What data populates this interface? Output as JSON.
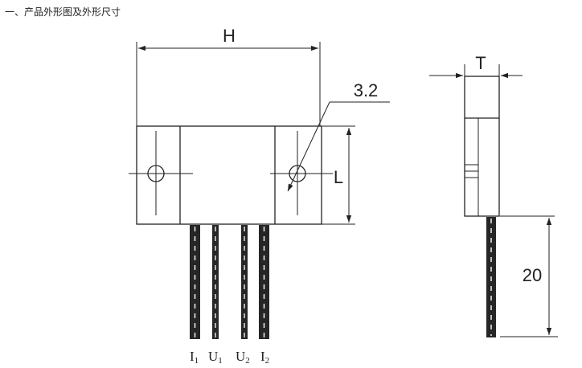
{
  "heading": "一、产品外形图及外形尺寸",
  "dimensions": {
    "width_label": "H",
    "hole_label": "3.2",
    "height_label": "L",
    "thickness_label": "T",
    "lead_length_label": "20"
  },
  "pins": [
    {
      "letter": "I",
      "sub": "1"
    },
    {
      "letter": "U",
      "sub": "1"
    },
    {
      "letter": "U",
      "sub": "2"
    },
    {
      "letter": "I",
      "sub": "2"
    }
  ]
}
